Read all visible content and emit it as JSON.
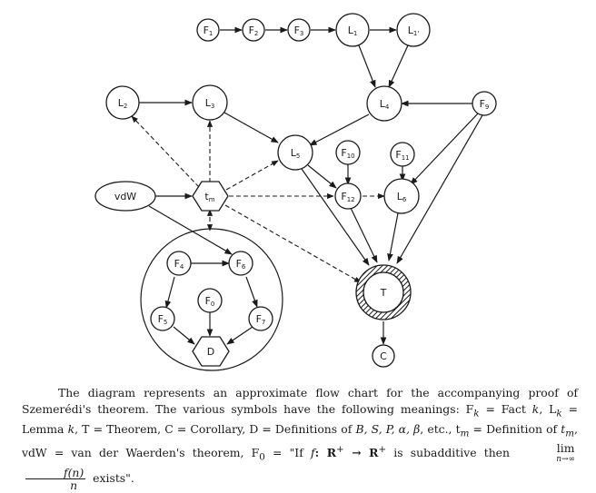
{
  "nodes": {
    "F1": {
      "main": "F",
      "sub": "1"
    },
    "F2": {
      "main": "F",
      "sub": "2"
    },
    "F3": {
      "main": "F",
      "sub": "3"
    },
    "L1": {
      "main": "L",
      "sub": "1"
    },
    "L1p": {
      "main": "L",
      "sub": "1'"
    },
    "L2": {
      "main": "L",
      "sub": "2"
    },
    "L3": {
      "main": "L",
      "sub": "3"
    },
    "L4": {
      "main": "L",
      "sub": "4"
    },
    "F9": {
      "main": "F",
      "sub": "9"
    },
    "L5": {
      "main": "L",
      "sub": "5"
    },
    "F10": {
      "main": "F",
      "sub": "10"
    },
    "F11": {
      "main": "F",
      "sub": "11"
    },
    "vdW": {
      "main": "vdW",
      "sub": ""
    },
    "tm": {
      "main": "t",
      "sub": "m"
    },
    "F12": {
      "main": "F",
      "sub": "12"
    },
    "L6": {
      "main": "L",
      "sub": "6"
    },
    "F4": {
      "main": "F",
      "sub": "4"
    },
    "F6": {
      "main": "F",
      "sub": "6"
    },
    "F0": {
      "main": "F",
      "sub": "0"
    },
    "F5": {
      "main": "F",
      "sub": "5"
    },
    "F7": {
      "main": "F",
      "sub": "7"
    },
    "D": {
      "main": "D",
      "sub": ""
    },
    "T": {
      "main": "T",
      "sub": ""
    },
    "C": {
      "main": "C",
      "sub": ""
    }
  },
  "caption": {
    "line1": "The diagram represents an approximate flow chart for the accompanying proof of Szemerédi's theorem. The various symbols have the following meanings: F",
    "k1": "k",
    "t1": " = Fact ",
    "k2": "k",
    "t2": ", L",
    "k3": "k",
    "t3": " = Lemma ",
    "k4": "k",
    "t4": ", T = Theorem, C = Corollary, D = Definitions of ",
    "syms": "B, S, P, α, β",
    "t5": ", etc., t",
    "m1": "m",
    "t6": " = Definition of ",
    "tm": "t",
    "m2": "m",
    "t7": ", vdW = van der Waerden's theorem, F",
    "z": "0",
    "t8": " = \"If ",
    "f": "f",
    "t9": ": R",
    "sup1": "+",
    "t10": " → R",
    "sup2": "+",
    "t11": " is subadditive then ",
    "lim": "lim",
    "limsub": "n→∞",
    "fracnum": "f(n)",
    "fracden": "n",
    "t12": " exists\"."
  }
}
